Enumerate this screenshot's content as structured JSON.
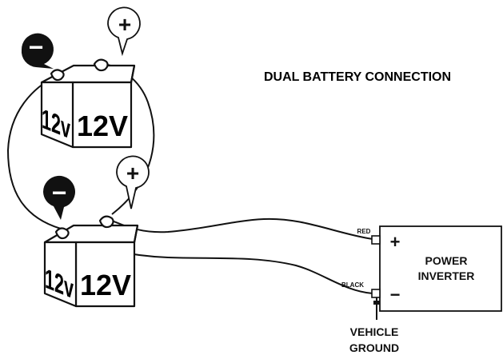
{
  "title": "DUAL BATTERY CONNECTION",
  "battery_top": {
    "label_side": "12v",
    "label_front": "12V"
  },
  "battery_bottom": {
    "label_side": "12v",
    "label_front": "12V"
  },
  "symbols": {
    "minus": "−",
    "plus": "+"
  },
  "inverter": {
    "line1": "POWER",
    "line2": "INVERTER",
    "plus": "+",
    "minus": "−"
  },
  "wires": {
    "red": "RED",
    "black": "BLACK"
  },
  "ground": {
    "line1": "VEHICLE",
    "line2": "GROUND"
  },
  "colors": {
    "ink": "#111111",
    "background": "#ffffff"
  }
}
